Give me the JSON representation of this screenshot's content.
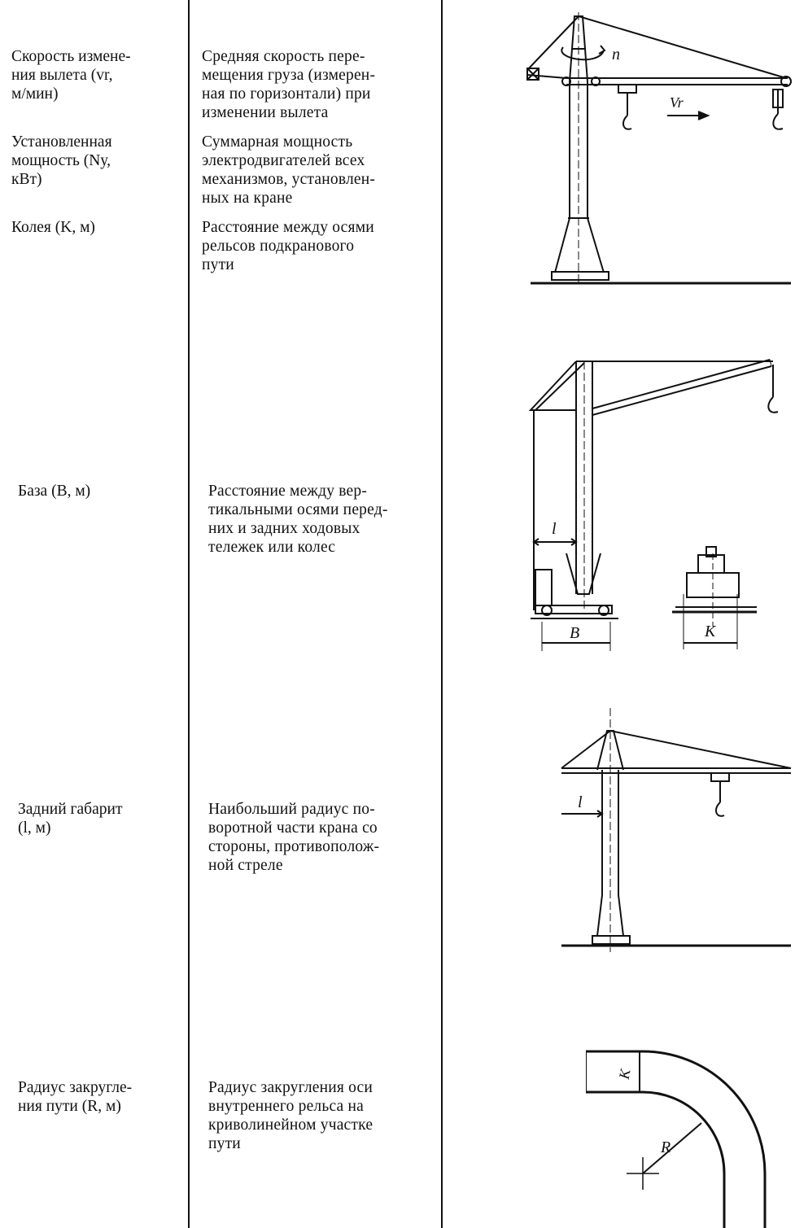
{
  "rows": [
    {
      "term": [
        "Скорость изме­не-",
        "ния вылета (vr,",
        "м/мин)"
      ],
      "desc": [
        "Средняя скорость пере-",
        "мещения груза (измерен-",
        "ная по горизонтали) при",
        "изменении вылета"
      ]
    },
    {
      "term": [
        "Установленная",
        "мощность (Nу,",
        "кВт)"
      ],
      "desc": [
        "Суммарная мощность",
        "электродвигателей всех",
        "механизмов, установлен-",
        "ных на кране"
      ]
    },
    {
      "term": [
        "Колея (K, м)"
      ],
      "desc": [
        "Расстояние между осями",
        "рельсов подкранового",
        "пути"
      ]
    },
    {
      "term": [
        "База (B, м)"
      ],
      "desc": [
        "Расстояние между вер-",
        "тикальными осями перед-",
        "них и задних ходовых",
        "тележек или колес"
      ]
    },
    {
      "term": [
        "Задний габарит",
        "(l, м)"
      ],
      "desc": [
        "Наибольший радиус по-",
        "воротной части крана со",
        "стороны, противополож-",
        "ной стреле"
      ]
    },
    {
      "term": [
        "Радиус закругле-",
        "ния пути (R, м)"
      ],
      "desc": [
        "Радиус закругления оси",
        "внутреннего рельса на",
        "криволинейном участке",
        "пути"
      ]
    }
  ],
  "figure_labels": {
    "fig1_n": "n",
    "fig1_v": "Vr",
    "fig2_l": "l",
    "fig2_B": "B",
    "fig2_K": "K",
    "fig3_l": "l",
    "fig4_K": "K",
    "fig4_R": "R"
  }
}
